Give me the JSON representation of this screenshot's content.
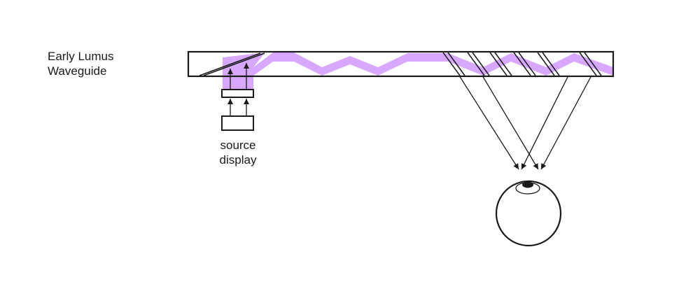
{
  "title": {
    "line1": "Early Lumus",
    "line2": "Waveguide"
  },
  "source": {
    "line1": "source",
    "line2": "display"
  },
  "colors": {
    "light": "#d8a8ff",
    "stroke": "#1a1a1a",
    "background": "#ffffff"
  }
}
